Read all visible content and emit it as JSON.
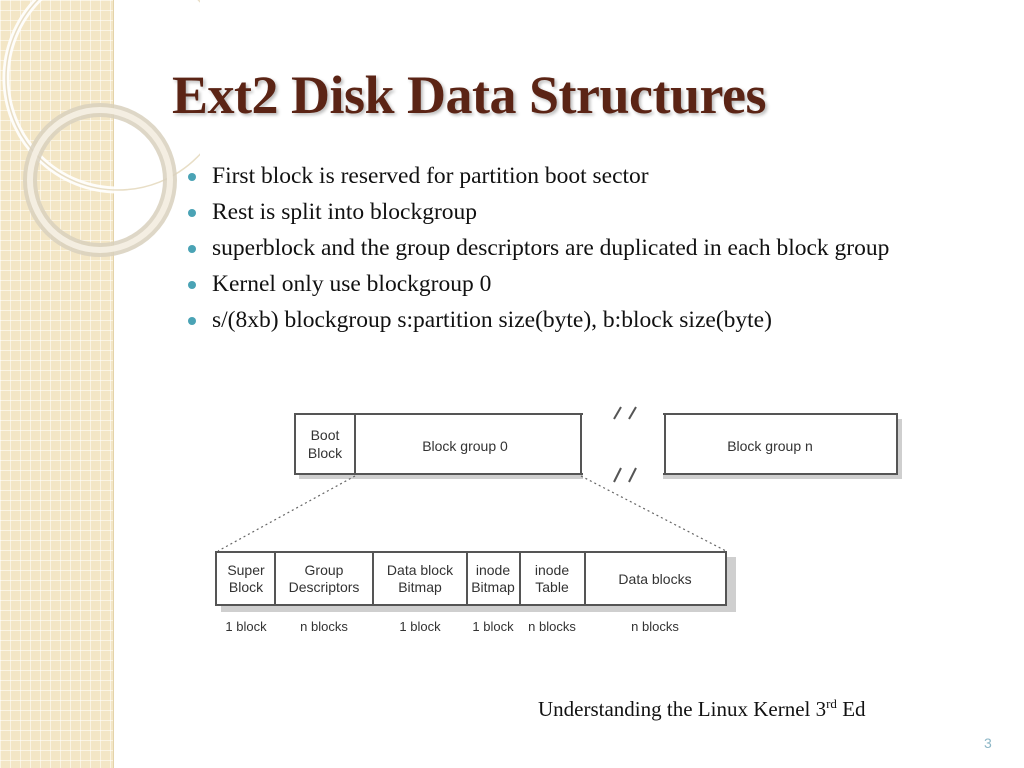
{
  "slide": {
    "title": "Ext2 Disk Data Structures",
    "bullets": [
      "First block is reserved for partition boot sector",
      "Rest is split into blockgroup",
      "superblock and the group descriptors are duplicated in each block group",
      "Kernel only use blockgroup 0",
      "s/(8xb) blockgroup  s:partition size(byte), b:block size(byte)"
    ],
    "credit": {
      "text": "Understanding the Linux Kernel 3",
      "superscript": "rd",
      "suffix": " Ed"
    },
    "page_number": "3"
  },
  "diagram": {
    "top_row": {
      "boot_block": [
        "Boot",
        "Block"
      ],
      "block_group_0": "Block group 0",
      "block_group_n": "Block group n"
    },
    "bottom_row": [
      {
        "lines": [
          "Super",
          "Block"
        ],
        "size": "1 block"
      },
      {
        "lines": [
          "Group",
          "Descriptors"
        ],
        "size": "n blocks"
      },
      {
        "lines": [
          "Data block",
          "Bitmap"
        ],
        "size": "1 block"
      },
      {
        "lines": [
          "inode",
          "Bitmap"
        ],
        "size": "1 block"
      },
      {
        "lines": [
          "inode",
          "Table"
        ],
        "size": "n blocks"
      },
      {
        "lines": [
          "Data blocks"
        ],
        "size": "n blocks"
      }
    ]
  },
  "theme": {
    "title_color": "#5b2415",
    "bullet_color": "#4aa3b5",
    "sidebar_color": "#f3e6c6"
  }
}
